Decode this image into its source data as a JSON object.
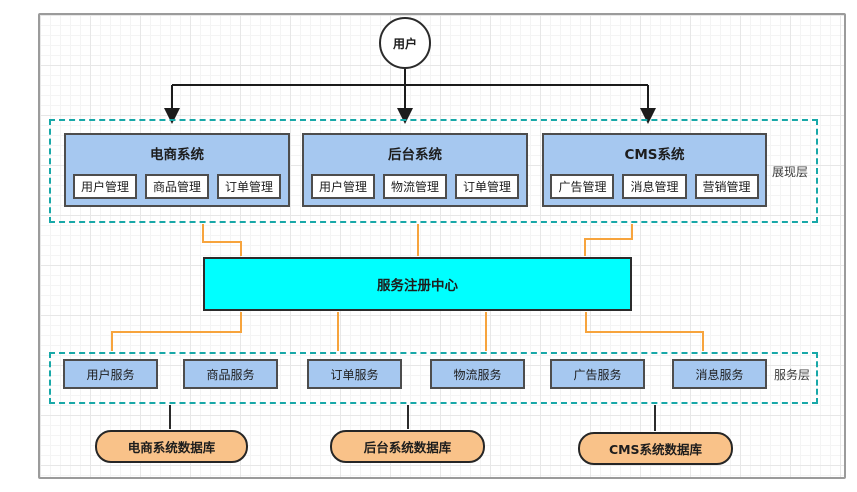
{
  "diagram": {
    "user_node": {
      "label": "用户"
    },
    "presentation_layer": {
      "label": "展现层",
      "systems": [
        {
          "title": "电商系统",
          "modules": [
            "用户管理",
            "商品管理",
            "订单管理"
          ]
        },
        {
          "title": "后台系统",
          "modules": [
            "用户管理",
            "物流管理",
            "订单管理"
          ]
        },
        {
          "title": "CMS系统",
          "modules": [
            "广告管理",
            "消息管理",
            "营销管理"
          ]
        }
      ]
    },
    "registry": {
      "label": "服务注册中心"
    },
    "service_layer": {
      "label": "服务层",
      "services": [
        "用户服务",
        "商品服务",
        "订单服务",
        "物流服务",
        "广告服务",
        "消息服务"
      ]
    },
    "databases": [
      "电商系统数据库",
      "后台系统数据库",
      "CMS系统数据库"
    ],
    "colors": {
      "system_fill": "#a6c8f0",
      "registry_fill": "#00ffff",
      "database_fill": "#f9c289",
      "layer_dashed_border": "#18a8a8",
      "connector_orange": "#f7a43d",
      "connector_black": "#2b2b2b"
    }
  }
}
